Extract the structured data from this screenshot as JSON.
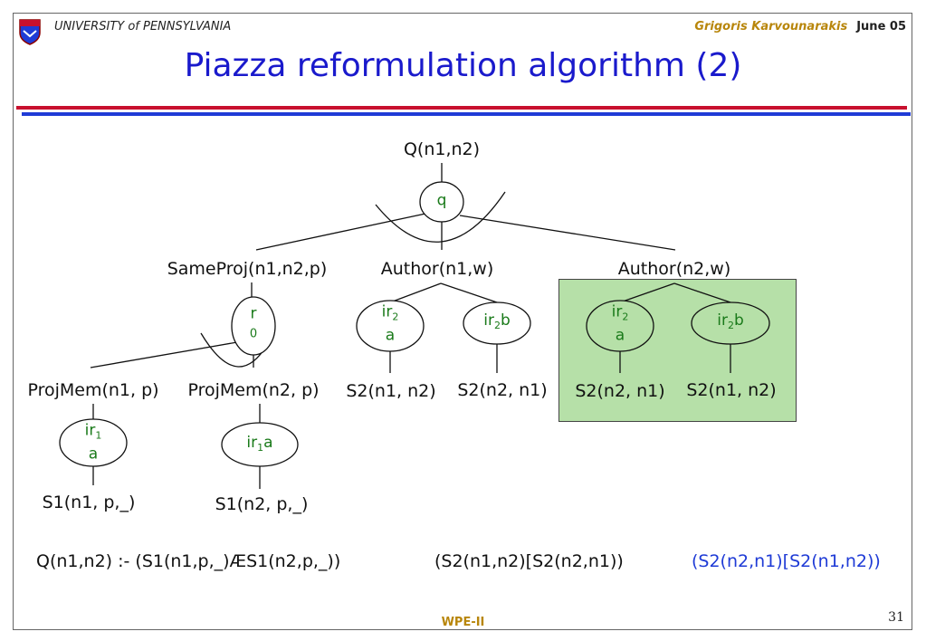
{
  "header": {
    "institution": "UNIVERSITY of PENNSYLVANIA",
    "author": "Grigoris Karvounarakis",
    "date": "June 05"
  },
  "slide": {
    "title": "Piazza reformulation algorithm (2)",
    "footer": "WPE-II",
    "page_number": "31"
  },
  "diagram": {
    "root": "Q(n1,n2)",
    "root_rule": "q",
    "level1": {
      "sameproj": "SameProj(n1,n2,p)",
      "author_n1_w": "Author(n1,w)",
      "author_n2_w": "Author(n2,w)"
    },
    "rule_r0": {
      "line1": "r",
      "line2": "0"
    },
    "ir2a_left": {
      "prefix": "ir",
      "sub": "2",
      "line2": "a"
    },
    "ir2b_left": {
      "prefix": "ir",
      "sub": "2",
      "suffix": "b"
    },
    "ir2a_right": {
      "prefix": "ir",
      "sub": "2",
      "line2": "a"
    },
    "ir2b_right": {
      "prefix": "ir",
      "sub": "2",
      "suffix": "b"
    },
    "level2": {
      "projmem_n1": "ProjMem(n1, p)",
      "projmem_n2": "ProjMem(n2, p)",
      "s2_n1_n2_left": "S2(n1, n2)",
      "s2_n2_n1_left": "S2(n2, n1)",
      "s2_n2_n1_right": "S2(n2, n1)",
      "s2_n1_n2_right": "S2(n1, n2)"
    },
    "ir1a_left": {
      "prefix": "ir",
      "sub": "1",
      "line2": "a"
    },
    "ir1a_right": {
      "prefix": "ir",
      "sub": "1",
      "suffix": "a"
    },
    "level3": {
      "s1_n1": "S1(n1, p,_)",
      "s1_n2": "S1(n2, p,_)"
    }
  },
  "formula": {
    "part1": "Q(n1,n2) :- (S1(n1,p,_)ÆS1(n2,p,_))",
    "part2": "(S2(n1,n2)[S2(n2,n1))",
    "part3": "(S2(n2,n1)[S2(n1,n2))"
  },
  "colors": {
    "title": "#1a1acc",
    "rule_label": "#1a7a1a",
    "highlight_box": "#b6e0a8",
    "highlight_formula": "#1f3bd6",
    "accent_red": "#c8102e"
  }
}
